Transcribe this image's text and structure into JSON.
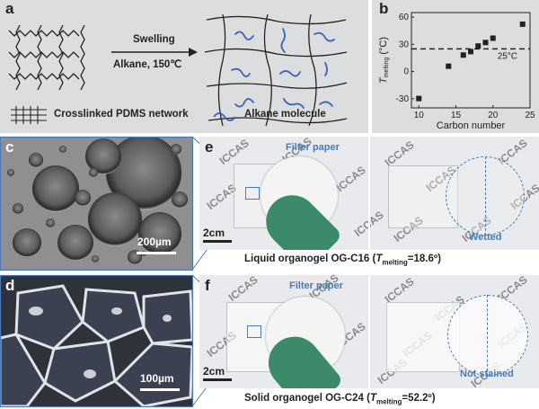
{
  "panels": {
    "a": {
      "label": "a",
      "arrow_top": "Swelling",
      "arrow_bottom": "Alkane, 150℃",
      "legend_network": "Crosslinked PDMS network",
      "legend_alkane": "Alkane molecule"
    },
    "b": {
      "label": "b"
    },
    "c": {
      "label": "c",
      "scale": "200µm"
    },
    "d": {
      "label": "d",
      "scale": "100µm"
    },
    "e": {
      "label": "e",
      "watermark": "ICCAS",
      "filter_paper": "Filter paper",
      "wetted": "Wetted",
      "scale": "2cm",
      "caption_prefix": "Liquid organogel OG-C16 (",
      "caption_T": "T",
      "caption_sub": "melting",
      "caption_value": "=18.6º)"
    },
    "f": {
      "label": "f",
      "watermark": "ICCAS",
      "filter_paper": "Filter paper",
      "not_stained": "Not stained",
      "scale": "2cm",
      "caption_prefix": "Solid organogel OG-C24 (",
      "caption_T": "T",
      "caption_sub": "melting",
      "caption_value": "=52.2º)"
    }
  },
  "chart_data": {
    "type": "scatter",
    "xlabel": "Carbon number",
    "ylabel": "T",
    "ylabel_sub": "melting",
    "ylabel_unit": "(°C)",
    "xlim": [
      9,
      25
    ],
    "ylim": [
      -40,
      65
    ],
    "xticks": [
      10,
      15,
      20,
      25
    ],
    "yticks": [
      -30,
      0,
      30,
      60
    ],
    "reference_line": {
      "y": 25,
      "label": "25°C",
      "style": "dashed"
    },
    "points": [
      {
        "x": 10,
        "y": -29.7
      },
      {
        "x": 14,
        "y": 5.9
      },
      {
        "x": 16,
        "y": 18.2
      },
      {
        "x": 17,
        "y": 22.0
      },
      {
        "x": 18,
        "y": 28.2
      },
      {
        "x": 19,
        "y": 32.0
      },
      {
        "x": 20,
        "y": 36.8
      },
      {
        "x": 24,
        "y": 52.2
      }
    ],
    "marker_color": "#222222"
  },
  "colors": {
    "panel_bg": "#dcdddf",
    "alkane": "#3a62b8",
    "frame_blue": "#4a7ab8",
    "glove": "#3b8a6a"
  }
}
